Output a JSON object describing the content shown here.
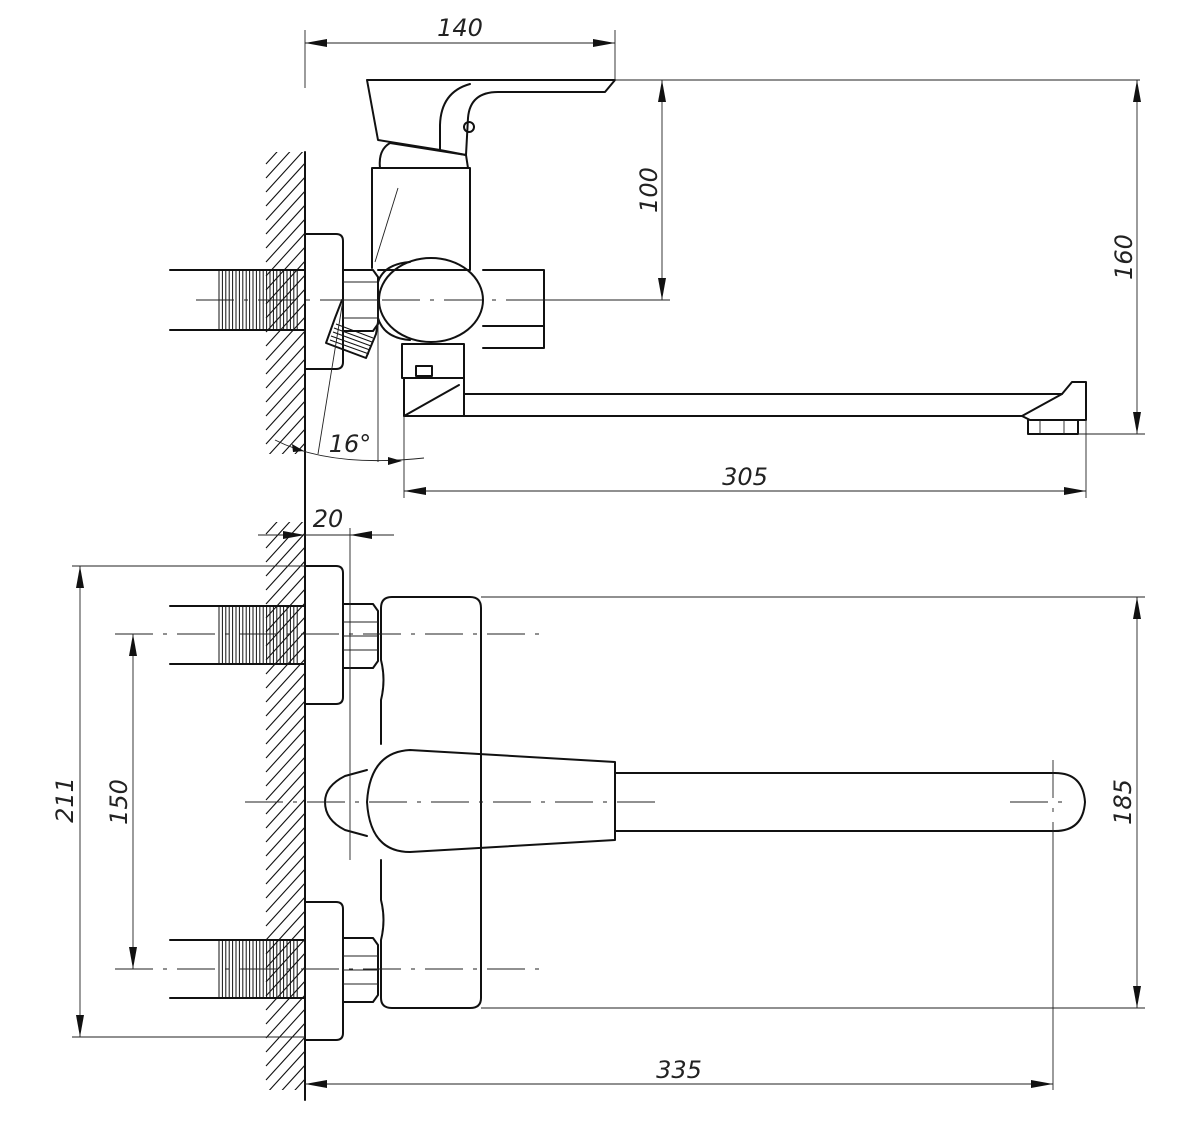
{
  "dimensions": {
    "top_width": "140",
    "body_height": "100",
    "total_height": "160",
    "wall_angle": "16°",
    "spout_length": "305",
    "wall_offset": "20",
    "plate_height": "211",
    "inlet_spacing": "150",
    "body_height_front": "185",
    "spout_reach": "335"
  },
  "colors": {
    "line": "#111111",
    "background": "#ffffff"
  }
}
